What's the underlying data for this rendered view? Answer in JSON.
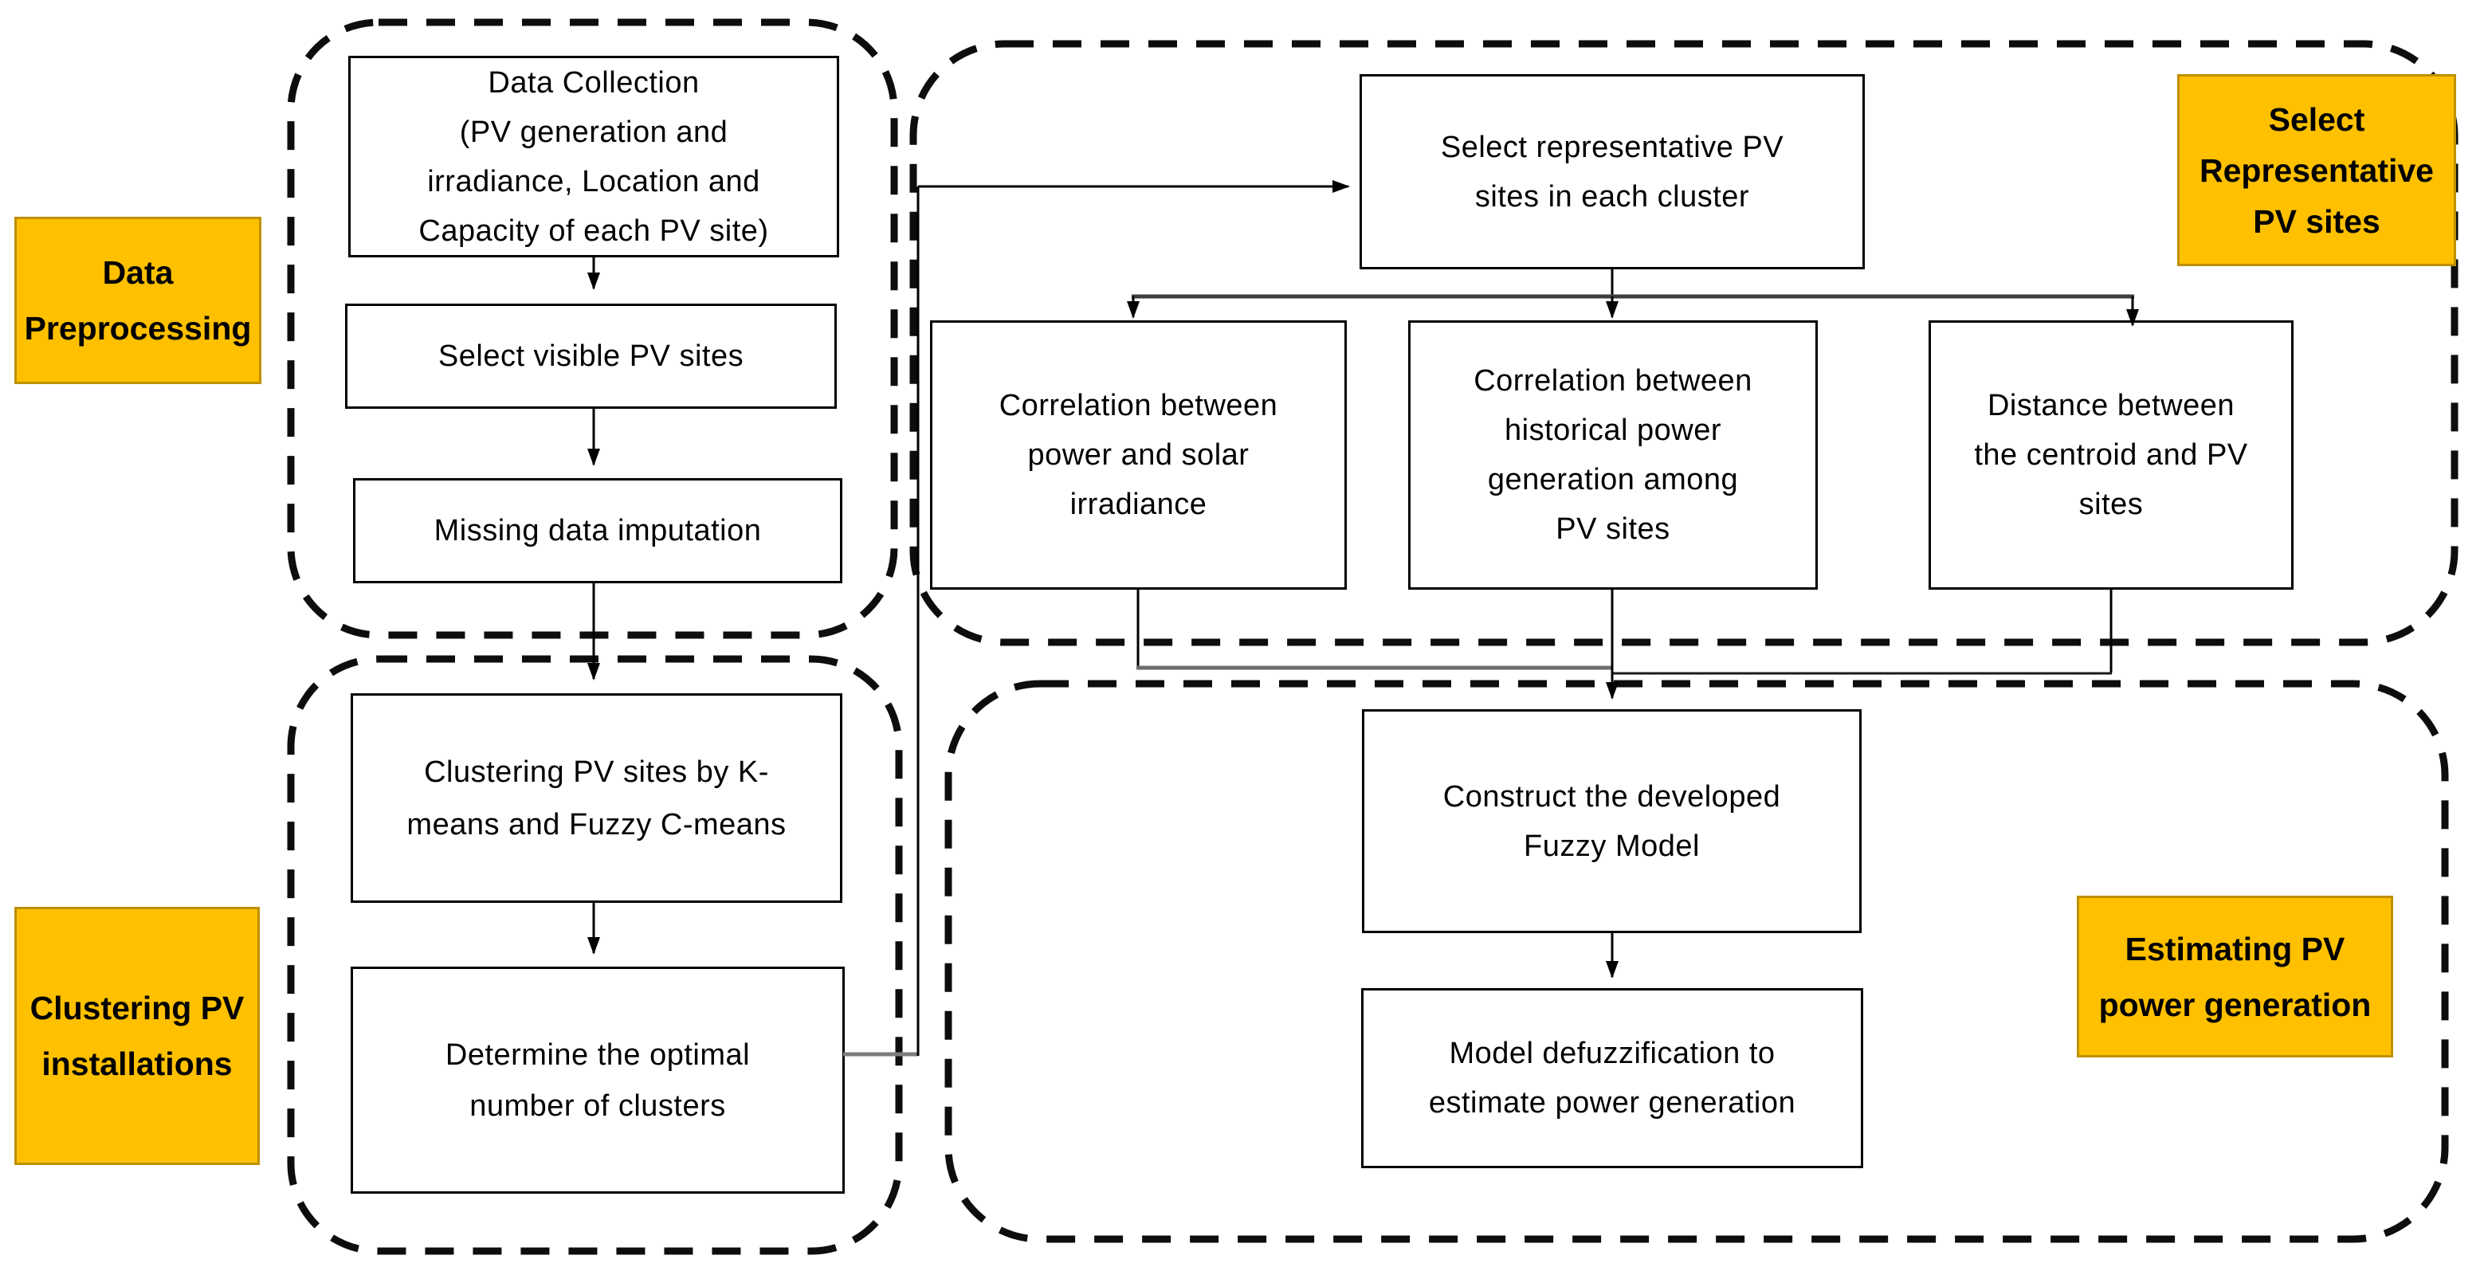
{
  "diagram": {
    "type": "flowchart",
    "colors": {
      "background": "#ffffff",
      "label_fill": "#FFC000",
      "label_border": "#BF9000",
      "box_fill": "#ffffff",
      "box_border": "#000000",
      "dashed_group_border": "#0d0d0d",
      "connector": "#000000",
      "bus_connector_gray": "#6f6f6f"
    },
    "group_labels": {
      "data_preprocessing": "Data\nPreprocessing",
      "clustering_pv_installations": "Clustering PV\ninstallations",
      "select_representative_pv_sites": "Select\nRepresentative\nPV sites",
      "estimating_pv_power_generation": "Estimating PV\npower generation"
    },
    "boxes": {
      "data_collection": "Data Collection\n(PV generation and\nirradiance, Location and\nCapacity of each PV site)",
      "select_visible_pv_sites": "Select visible PV sites",
      "missing_data_imputation": "Missing data imputation",
      "clustering_pv_sites": "Clustering PV sites by K-\nmeans and Fuzzy C-means",
      "determine_optimal_clusters": "Determine the optimal\nnumber of clusters",
      "select_representative_sites": "Select representative PV\nsites in each cluster",
      "correlation_power_irradiance": "Correlation between\npower and solar\nirradiance",
      "correlation_historical_power": "Correlation between\nhistorical power\ngeneration among\nPV sites",
      "distance_centroid_pv": "Distance between\nthe centroid and PV\nsites",
      "construct_fuzzy_model": "Construct the developed\nFuzzy Model",
      "model_defuzzification": "Model defuzzification to\nestimate power generation"
    }
  }
}
